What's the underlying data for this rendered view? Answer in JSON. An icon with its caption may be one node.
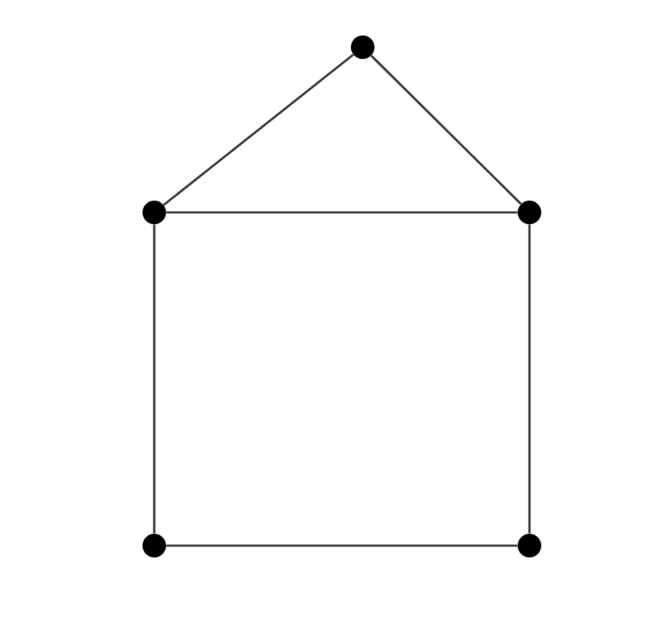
{
  "diagram": {
    "nodes": [
      {
        "text": [],
        "shape": "circle"
      },
      {
        "text": [],
        "shape": "circle"
      },
      {
        "text": [],
        "shape": "circle"
      },
      {
        "text": [],
        "shape": "circle"
      },
      {
        "text": [],
        "shape": "circle"
      }
    ],
    "edges": [
      {
        "from": 0,
        "to": 1,
        "arrow": "none"
      },
      {
        "from": 0,
        "to": 2,
        "arrow": "none"
      },
      {
        "from": 1,
        "to": 2,
        "arrow": "none"
      },
      {
        "from": 1,
        "to": 3,
        "arrow": "none"
      },
      {
        "from": 2,
        "to": 4,
        "arrow": "none"
      },
      {
        "from": 3,
        "to": 4,
        "arrow": "none"
      }
    ]
  }
}
